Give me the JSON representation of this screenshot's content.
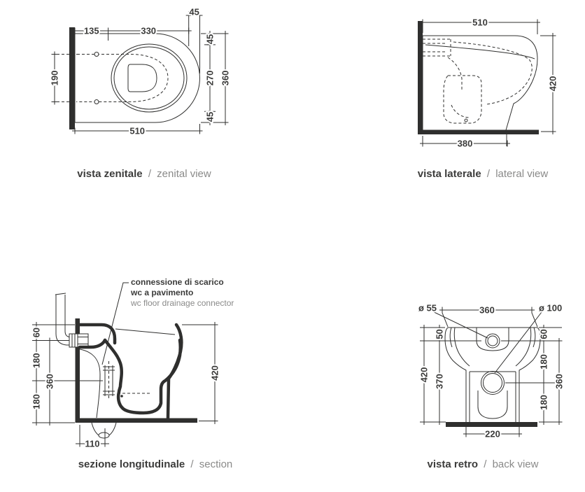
{
  "drawing": {
    "line_color": "#2f2f2e",
    "text_color": "#3b3b3a",
    "muted_color": "#8a8a89",
    "views": {
      "zenital": {
        "caption": {
          "it": "vista zenitale",
          "sep": "/",
          "en": "zenital view"
        },
        "dims": {
          "offset_135": "135",
          "offset_330": "330",
          "offset_45_top": "45",
          "holes_spacing_190": "190",
          "right_45_top": "45",
          "right_270": "270",
          "right_45_bottom": "45",
          "right_total_360": "360",
          "total_width_510": "510"
        }
      },
      "lateral": {
        "caption": {
          "it": "vista laterale",
          "sep": "/",
          "en": "lateral view"
        },
        "dims": {
          "depth_510": "510",
          "height_420": "420",
          "base_depth_380": "380"
        }
      },
      "section": {
        "caption": {
          "it": "sezione longitudinale",
          "sep": "/",
          "en": "section"
        },
        "annotation": {
          "it_line1": "connessione di scarico",
          "it_line2": "wc a pavimento",
          "en_line": "wc floor drainage connector"
        },
        "dims": {
          "top_60": "60",
          "mid_180": "180",
          "bottom_180": "180",
          "inner_360": "360",
          "height_420": "420",
          "drain_offset_110": "110"
        }
      },
      "retro": {
        "caption": {
          "it": "vista retro",
          "sep": "/",
          "en": "back view"
        },
        "dims": {
          "inlet_diameter": "ø 55",
          "outlet_diameter": "ø 100",
          "top_width_360": "360",
          "left_50": "50",
          "left_420": "420",
          "left_370": "370",
          "right_60": "60",
          "right_180_top": "180",
          "right_180_bottom": "180",
          "right_total_360": "360",
          "base_width_220": "220"
        }
      }
    }
  }
}
